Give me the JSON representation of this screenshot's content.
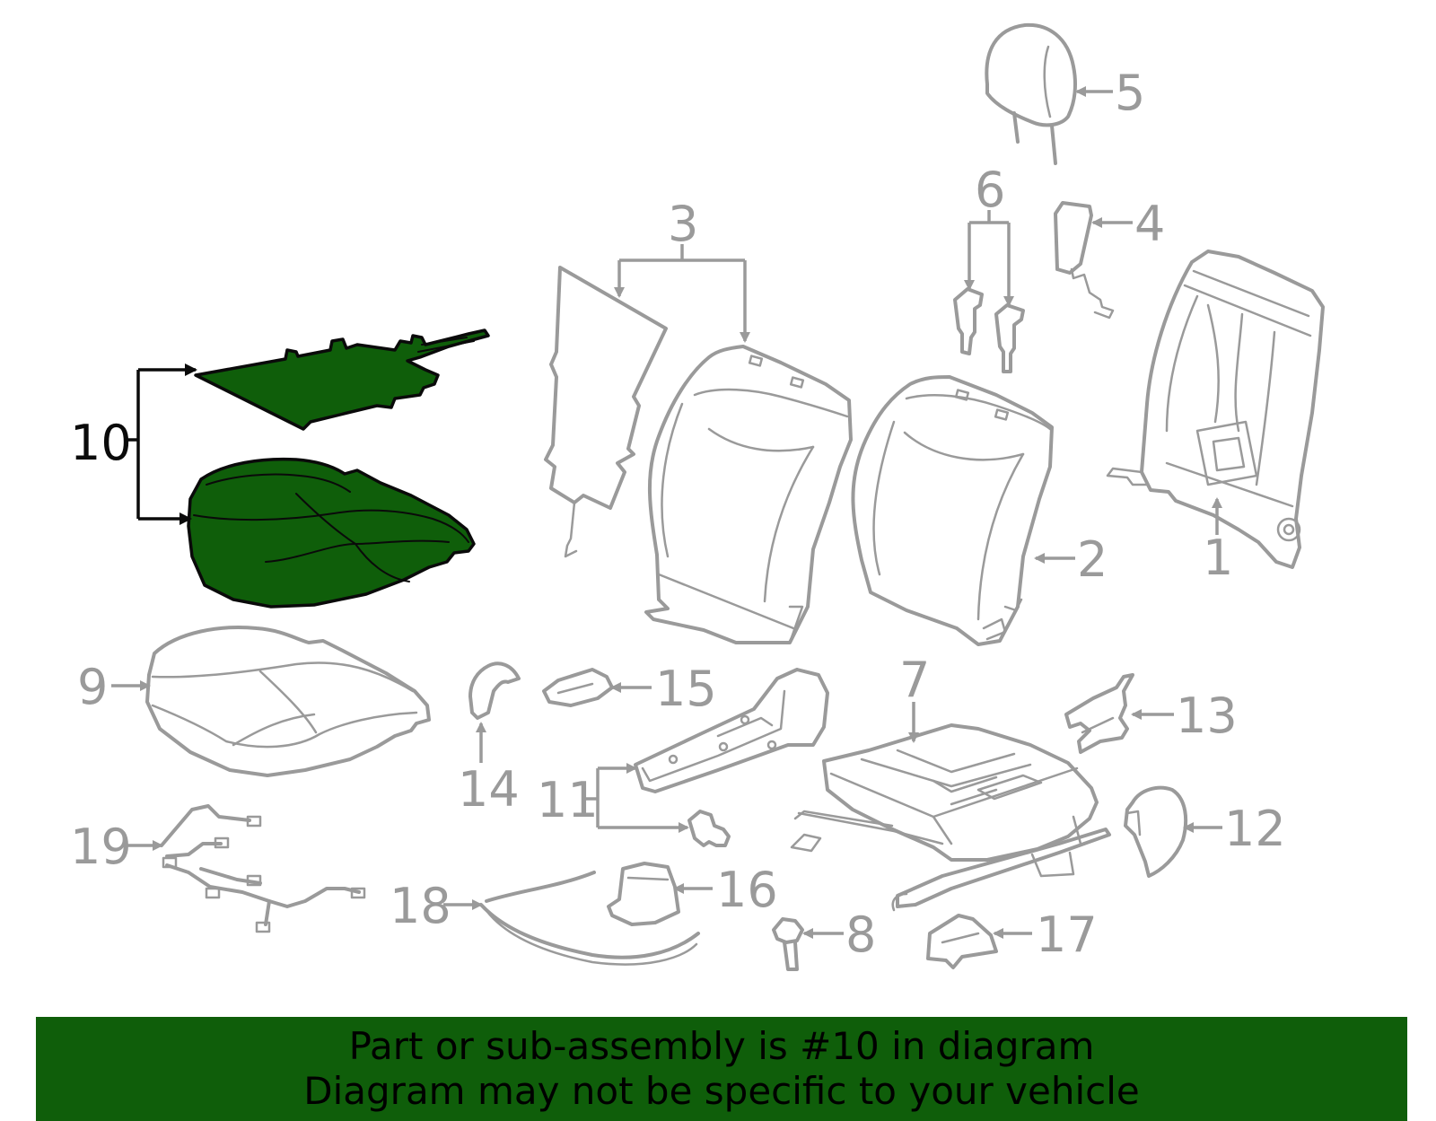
{
  "colors": {
    "highlight": "#0f5e0a",
    "part_stroke": "#9a9a9a",
    "highlight_stroke": "#0a0a0a",
    "banner_background": "#0f5e0a",
    "banner_text": "#000000"
  },
  "callouts": {
    "c1": "1",
    "c2": "2",
    "c3": "3",
    "c4": "4",
    "c5": "5",
    "c6": "6",
    "c7": "7",
    "c8": "8",
    "c9": "9",
    "c10": "10",
    "c11": "11",
    "c12": "12",
    "c13": "13",
    "c14": "14",
    "c15": "15",
    "c16": "16",
    "c17": "17",
    "c18": "18",
    "c19": "19"
  },
  "highlighted_part": "10",
  "banner": {
    "line1": "Part or sub-assembly is #10 in diagram",
    "line2": "Diagram may not be specific to your vehicle"
  }
}
